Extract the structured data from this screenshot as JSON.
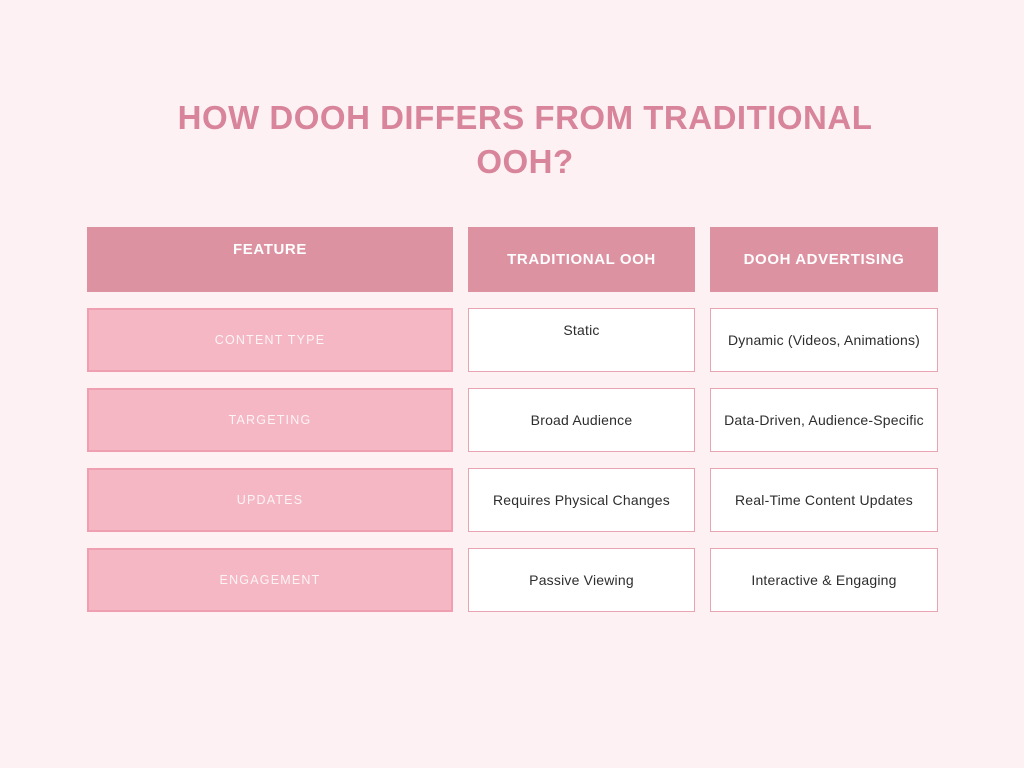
{
  "title": {
    "text": "HOW DOOH DIFFERS FROM TRADITIONAL OOH?"
  },
  "colors": {
    "background": "#fdf1f3",
    "title_text": "#d8849b",
    "header_bg": "#dd92a2",
    "header_text": "#ffffff",
    "feature_bg": "#f5b7c3",
    "feature_border": "#ef9fb0",
    "feature_text": "#ffffff",
    "value_bg": "#ffffff",
    "value_border": "#e9a4b2",
    "value_text": "#2d2d2d"
  },
  "table": {
    "columns": [
      {
        "key": "feature",
        "header": "FEATURE"
      },
      {
        "key": "traditional",
        "header": "TRADITIONAL OOH"
      },
      {
        "key": "dooh",
        "header": "DOOH ADVERTISING"
      }
    ],
    "rows": [
      {
        "feature": "CONTENT TYPE",
        "traditional": "Static",
        "dooh": "Dynamic (Videos, Animations)"
      },
      {
        "feature": "TARGETING",
        "traditional": "Broad Audience",
        "dooh": "Data-Driven, Audience-Specific"
      },
      {
        "feature": "UPDATES",
        "traditional": "Requires Physical Changes",
        "dooh": "Real-Time Content Updates"
      },
      {
        "feature": "ENGAGEMENT",
        "traditional": "Passive Viewing",
        "dooh": "Interactive & Engaging"
      }
    ]
  }
}
